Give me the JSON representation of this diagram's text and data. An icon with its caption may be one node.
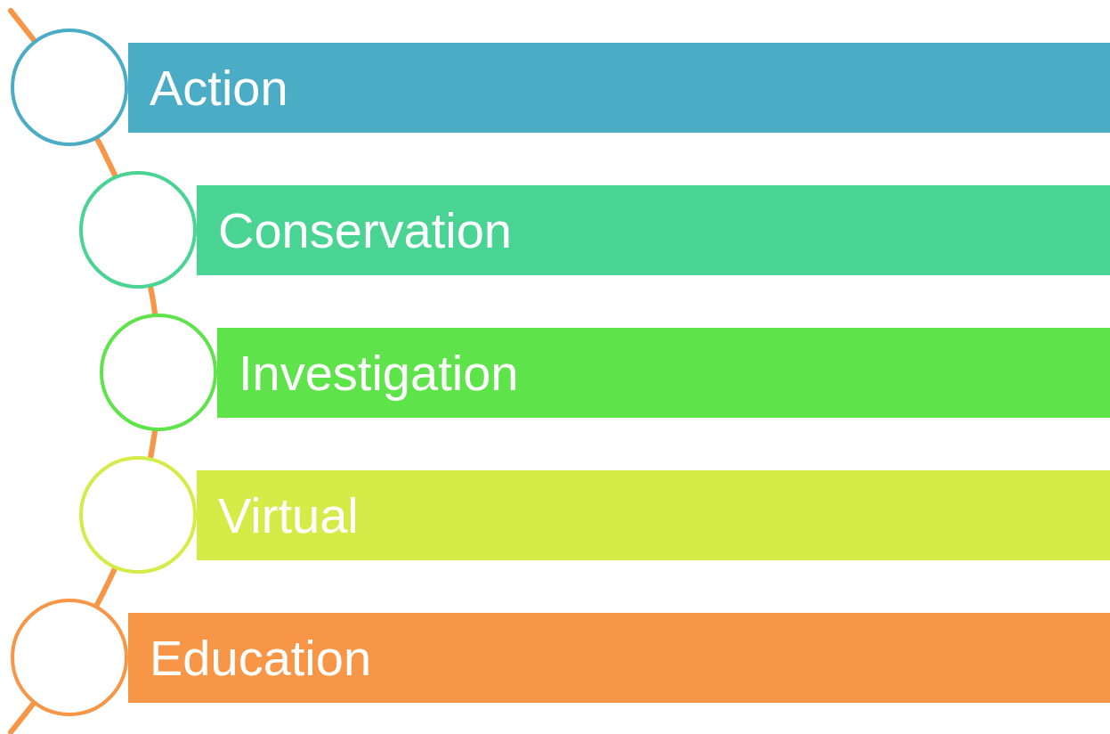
{
  "diagram": {
    "nodes": [
      {
        "text": [
          "Action"
        ]
      },
      {
        "text": [
          "Conservation"
        ]
      },
      {
        "text": [
          "Investigation"
        ]
      },
      {
        "text": [
          "Virtual"
        ]
      },
      {
        "text": [
          "Education"
        ]
      },
      {
        "text": [],
        "shape": "circle"
      },
      {
        "text": [],
        "shape": "circle"
      },
      {
        "text": [],
        "shape": "circle"
      },
      {
        "text": [],
        "shape": "circle"
      },
      {
        "text": [],
        "shape": "circle"
      }
    ]
  }
}
